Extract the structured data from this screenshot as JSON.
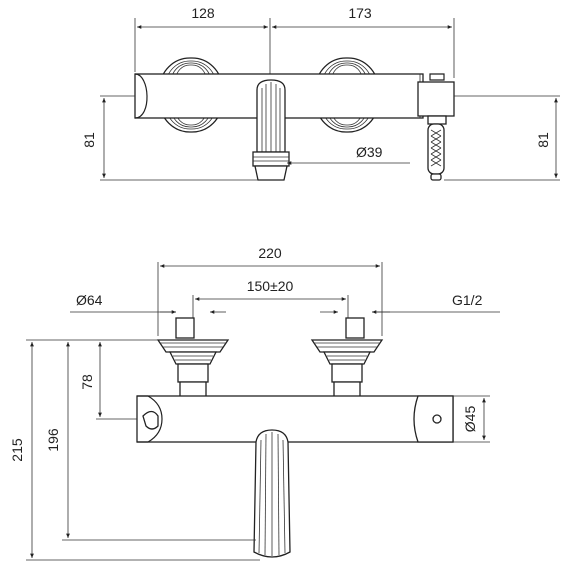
{
  "top_view": {
    "dims": {
      "left_width": "128",
      "right_width": "173",
      "height_left": "81",
      "height_right": "81",
      "spout_diameter": "Ø39"
    }
  },
  "front_view": {
    "dims": {
      "overall_width": "220",
      "centers": "150±20",
      "handle_diameter": "Ø64",
      "thread": "G1/2",
      "height_handle": "78",
      "height_total": "215",
      "height_spout": "196",
      "body_diameter": "Ø45"
    }
  }
}
